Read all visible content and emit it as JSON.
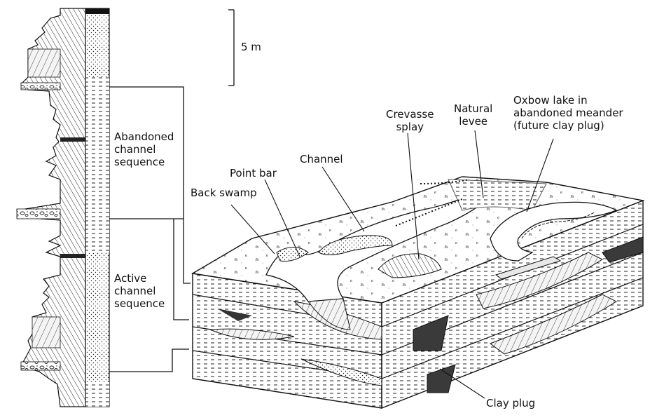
{
  "scale_bar": {
    "label": "5 m"
  },
  "column_labels": {
    "abandoned_channel_sequence": [
      "Abandoned",
      "channel",
      "sequence"
    ],
    "active_channel_sequence": [
      "Active",
      "channel",
      "sequence"
    ]
  },
  "block_labels": {
    "back_swamp": "Back swamp",
    "point_bar": "Point bar",
    "channel": "Channel",
    "crevasse_splay": [
      "Crevasse",
      "splay"
    ],
    "natural_levee": [
      "Natural",
      "levee"
    ],
    "oxbow_lake": [
      "Oxbow lake in",
      "abandoned meander",
      "(future clay plug)"
    ],
    "clay_plug": "Clay plug"
  }
}
